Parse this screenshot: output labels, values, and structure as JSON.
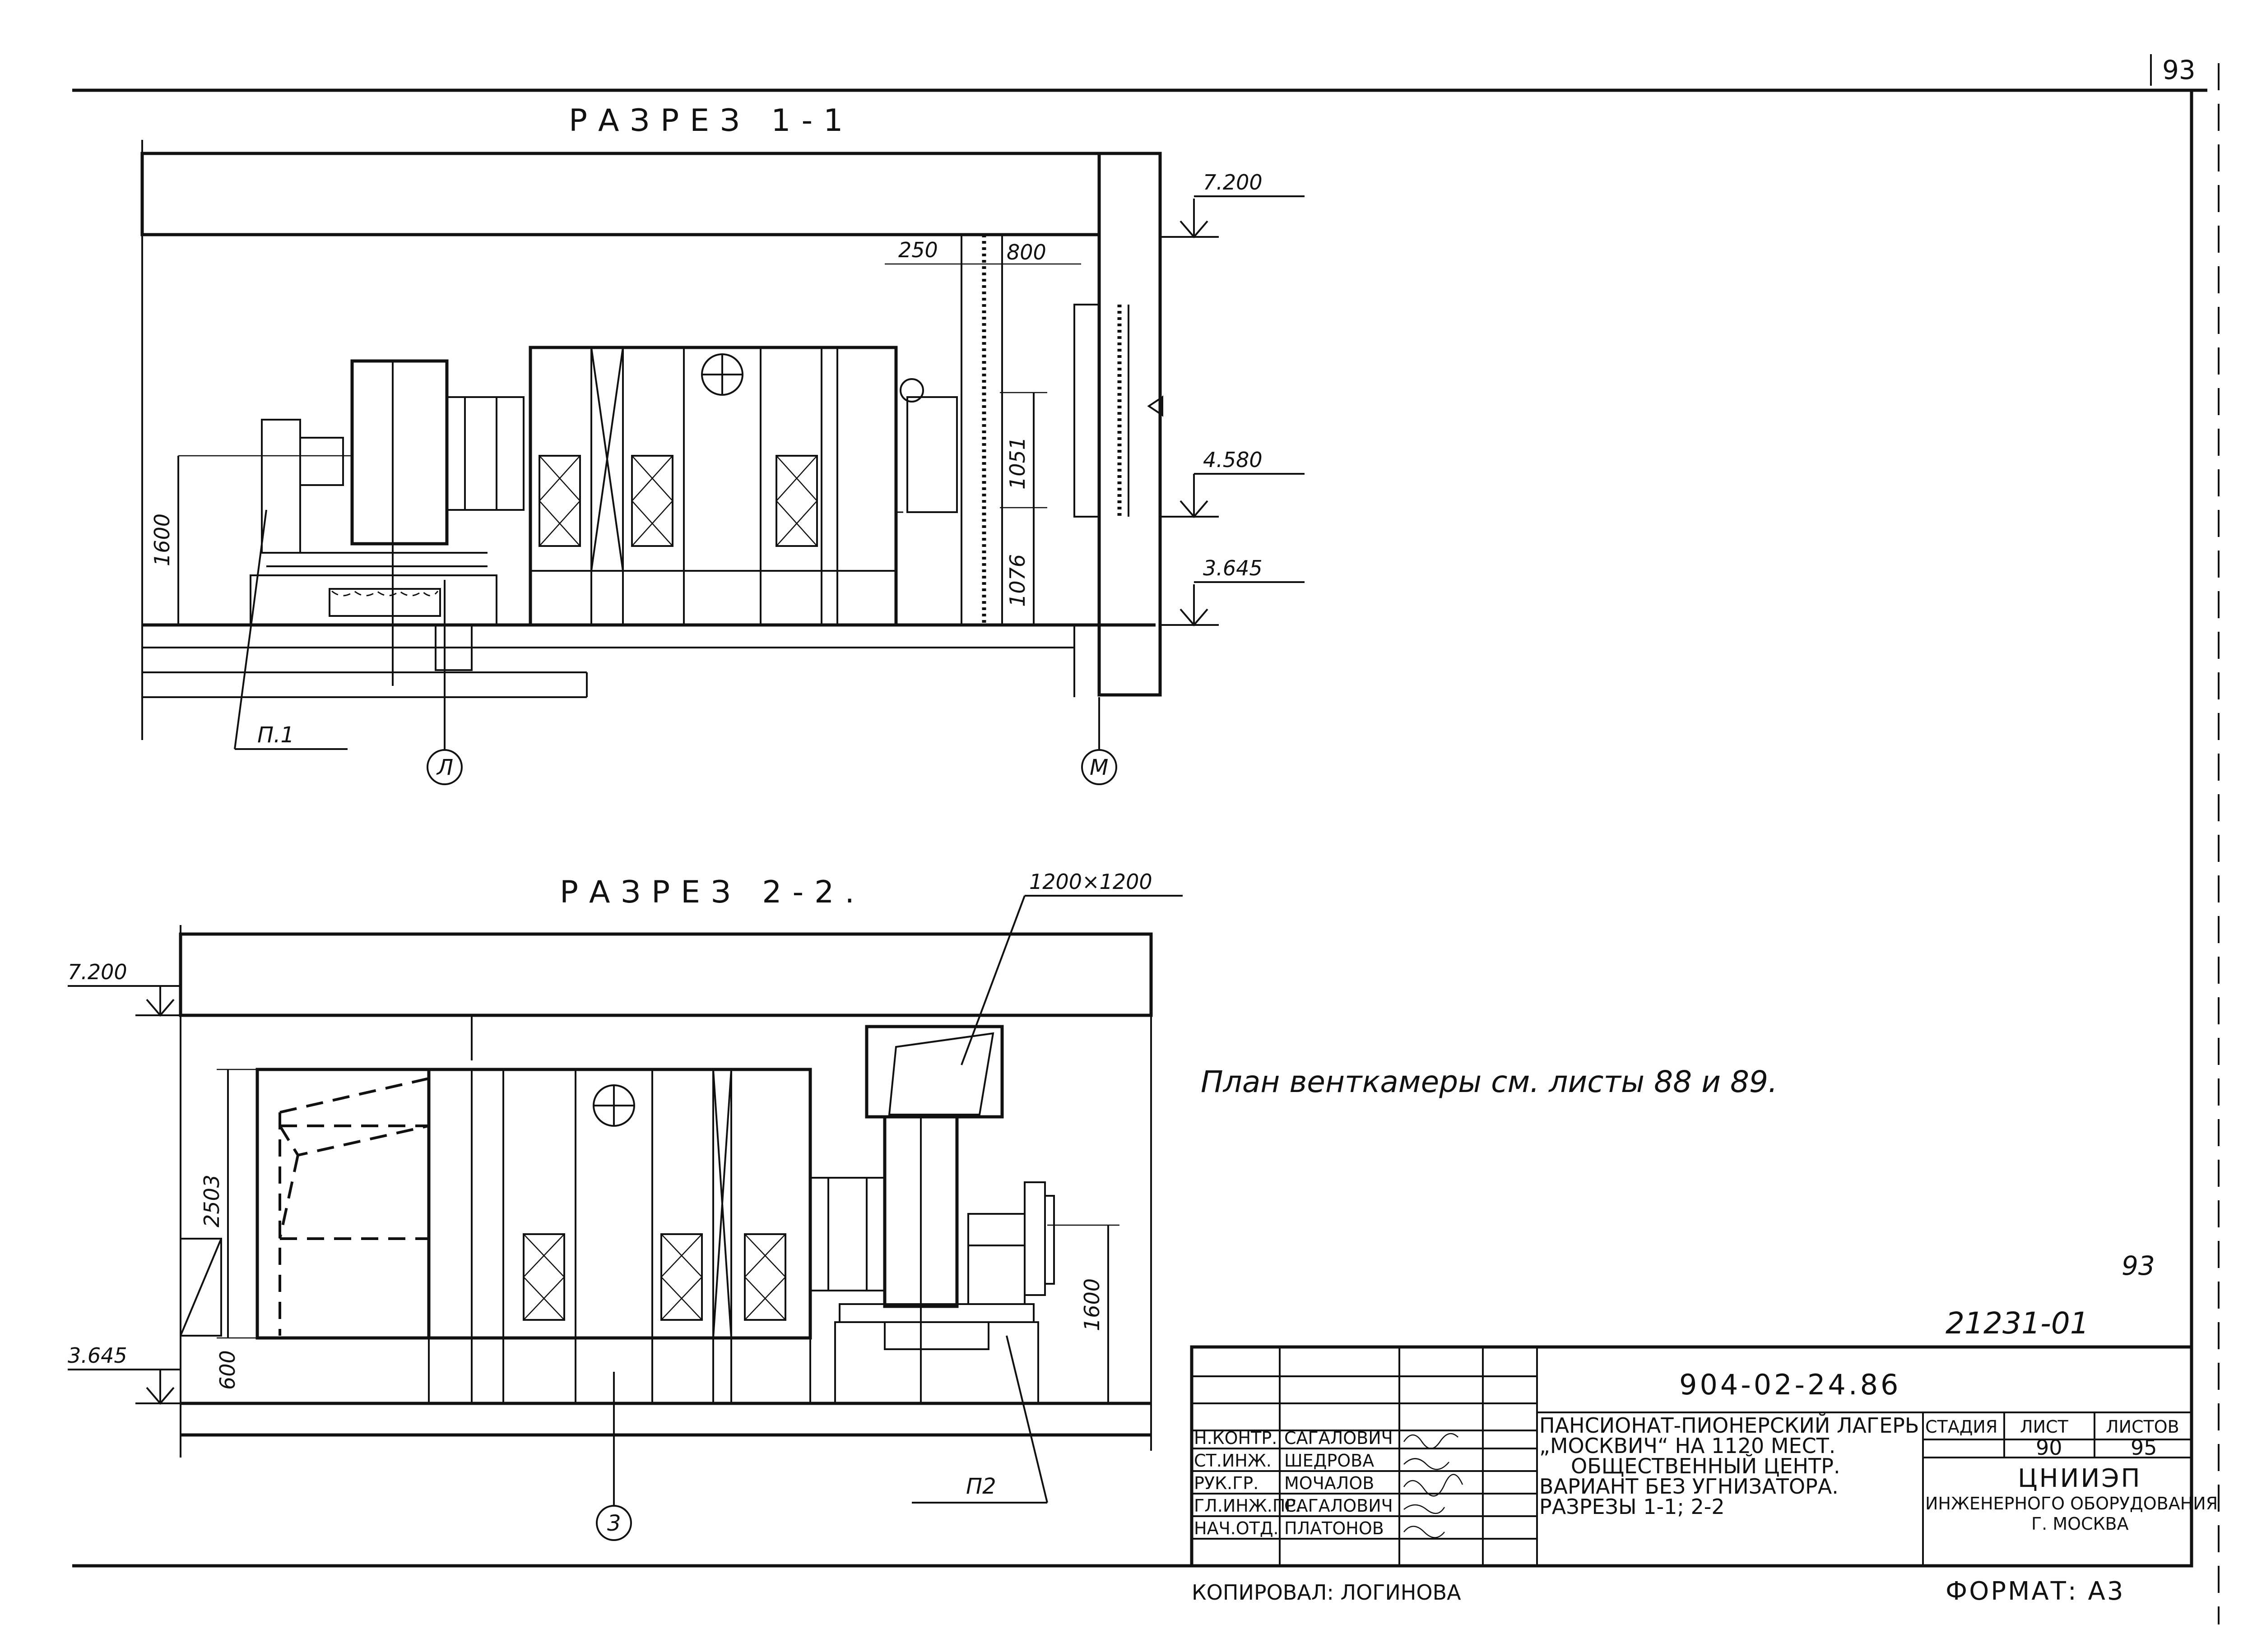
{
  "sheet": {
    "sheet_number_top": "93",
    "sheet_number_side": "93",
    "frame_code": "21231-01",
    "format_label": "ФОРМАТ: А3",
    "copied_by": "КОПИРОВАЛ: ЛОГИНОВА"
  },
  "section_1": {
    "title": "РАЗРЕЗ  1-1",
    "elevation_top": "7.200",
    "elevation_mid": "4.580",
    "elevation_low": "3.645",
    "dim_250": "250",
    "dim_800": "800",
    "dim_1051": "1051",
    "dim_1076": "1076",
    "dim_1600": "1600",
    "callout_p1": "П.1",
    "axis_l": "Л",
    "axis_m": "М"
  },
  "section_2": {
    "title": "РАЗРЕЗ  2-2.",
    "elevation_top": "7.200",
    "elevation_low": "3.645",
    "dim_duct": "1200×1200",
    "dim_2503": "2503",
    "dim_1600": "1600",
    "dim_600": "600",
    "callout_p2": "П2",
    "axis_3": "3"
  },
  "note": "План венткамеры см. листы 88 и 89.",
  "title_block": {
    "document_code": "904-02-24.86",
    "signatures": [
      {
        "role": "Н.КОНТР.",
        "name": "САГАЛОВИЧ"
      },
      {
        "role": "СТ.ИНЖ.",
        "name": "ШЕДРОВА"
      },
      {
        "role": "РУК.ГР.",
        "name": "МОЧАЛОВ"
      },
      {
        "role": "ГЛ.ИНЖ.ПР.",
        "name": "САГАЛОВИЧ"
      },
      {
        "role": "НАЧ.ОТД.",
        "name": "ПЛАТОНОВ"
      }
    ],
    "project_lines": [
      "ПАНСИОНАТ-ПИОНЕРСКИЙ ЛАГЕРЬ",
      "„МОСКВИЧ“ НА 1120 МЕСТ.",
      "ОБЩЕСТВЕННЫЙ ЦЕНТР.",
      "ВАРИАНТ БЕЗ УГНИЗАТОРА.",
      "РАЗРЕЗЫ 1-1; 2-2"
    ],
    "stage_header": "СТАДИЯ",
    "sheet_header": "ЛИСТ",
    "sheets_header": "ЛИСТОВ",
    "stage_value": "",
    "sheet_value": "90",
    "sheets_value": "95",
    "org_name": "ЦНИИЭП",
    "org_line2": "ИНЖЕНЕРНОГО ОБОРУДОВАНИЯ",
    "org_city": "Г. МОСКВА"
  }
}
